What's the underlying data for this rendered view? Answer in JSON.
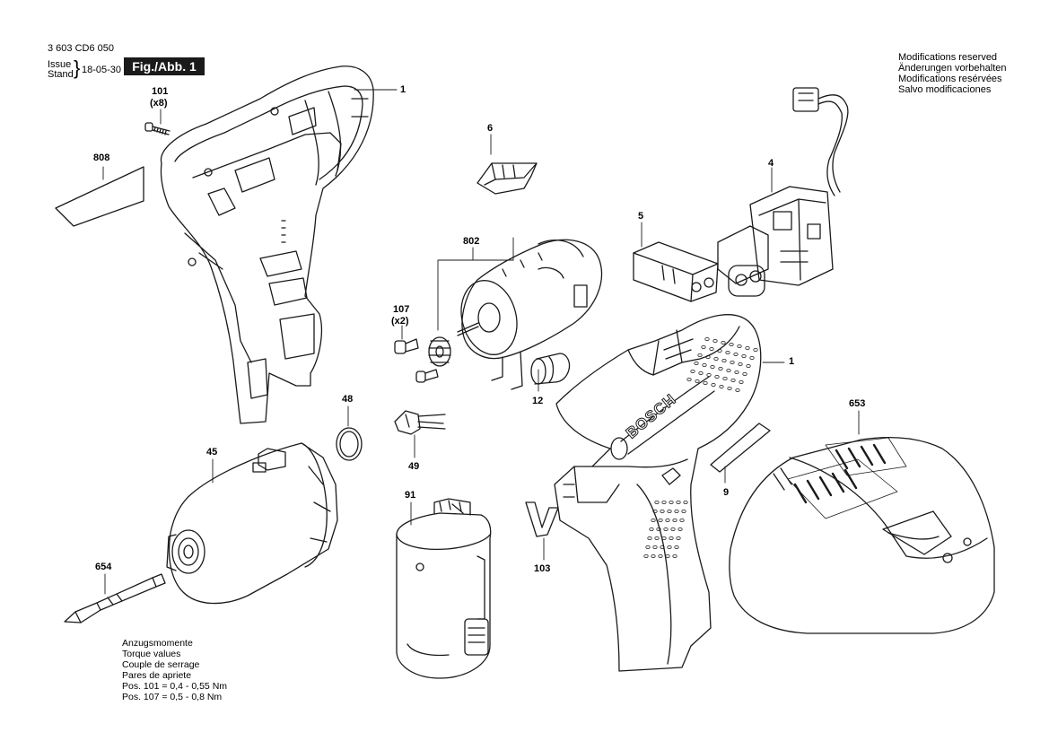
{
  "header": {
    "doc_number": "3 603 CD6 050",
    "issue_label": "Issue",
    "stand_label": "Stand",
    "date": "18-05-30",
    "figure_label": "Fig./Abb. 1"
  },
  "notes": {
    "modifications": [
      "Modifications reserved",
      "Änderungen vorbehalten",
      "Modifications resérvées",
      "Salvo modificaciones"
    ],
    "torque": [
      "Anzugsmomente",
      "Torque values",
      "Couple de serrage",
      "Pares de apriete",
      "Pos. 101 = 0,4 - 0,55 Nm",
      "Pos. 107 = 0,5 - 0,8 Nm"
    ]
  },
  "callouts": {
    "c1_top": "1",
    "c101": "101",
    "c101_qty": "(x8)",
    "c808": "808",
    "c6": "6",
    "c4": "4",
    "c5": "5",
    "c802": "802",
    "c107": "107",
    "c107_qty": "(x2)",
    "c12": "12",
    "c1_mid": "1",
    "c48": "48",
    "c49": "49",
    "c45": "45",
    "c654": "654",
    "c91": "91",
    "c103": "103",
    "c9": "9",
    "c653": "653"
  },
  "brand": "BOSCH"
}
